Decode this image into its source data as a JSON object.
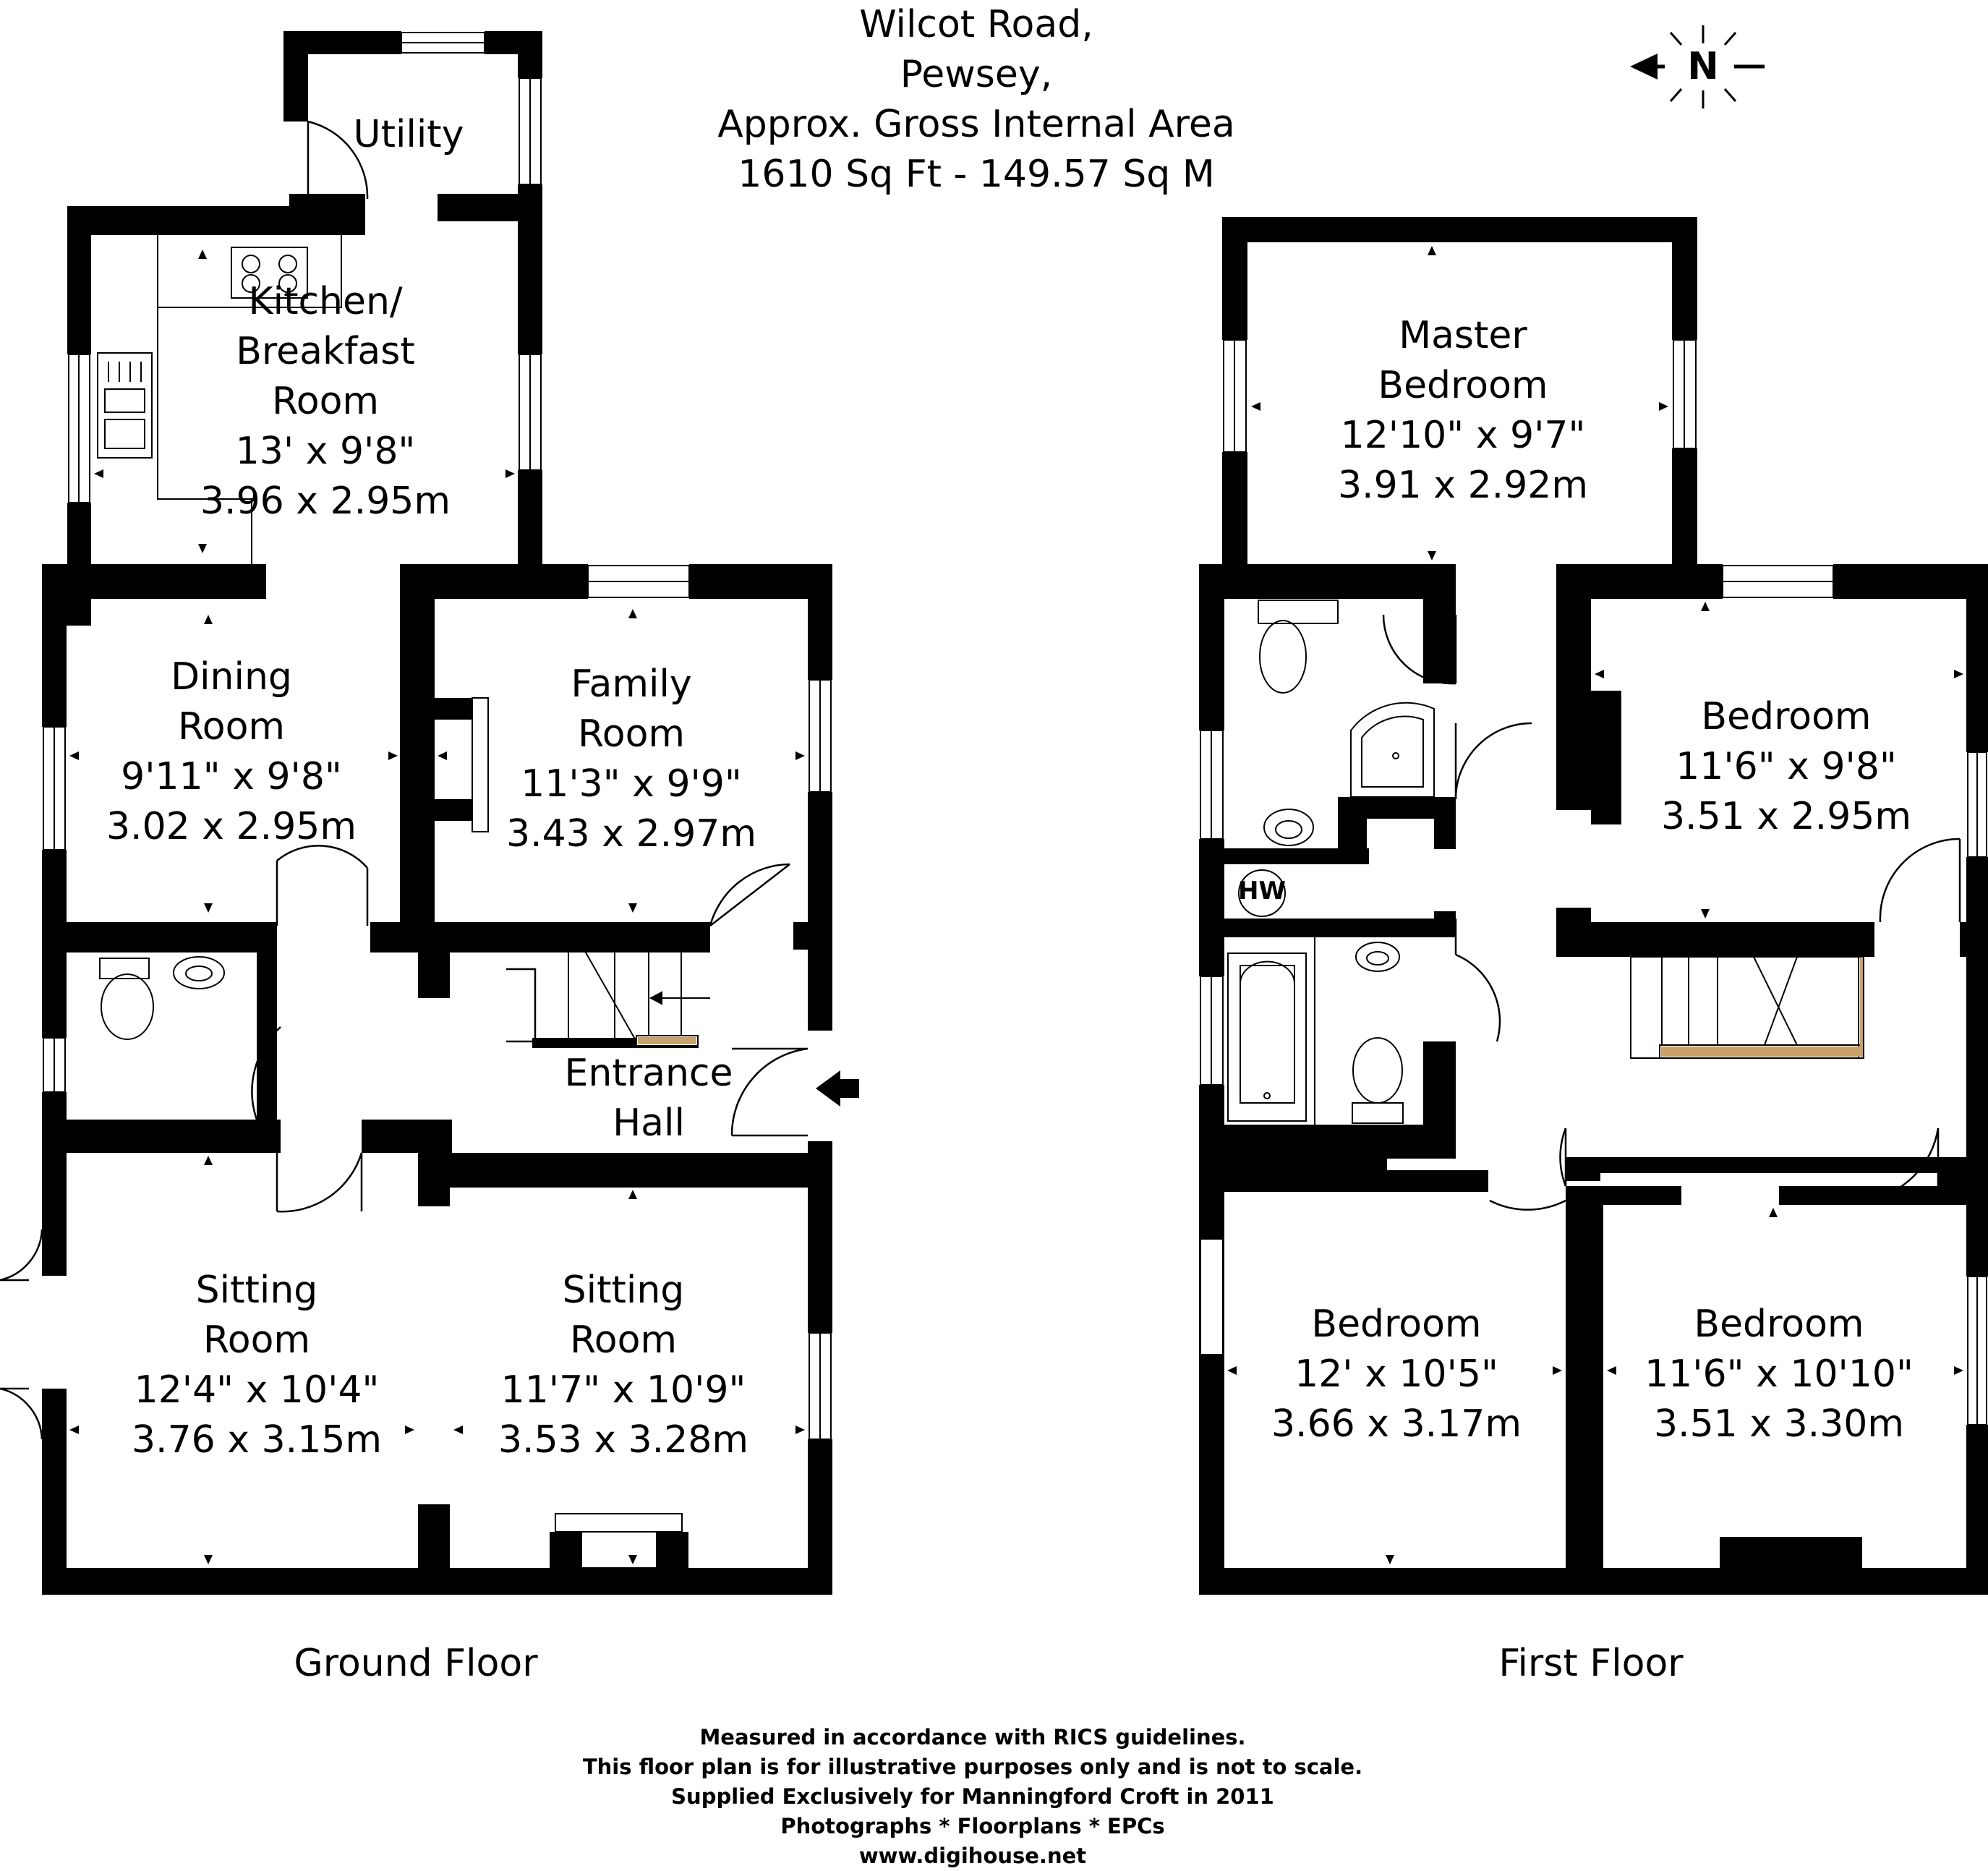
{
  "header": {
    "address_line1": "Wilcot Road,",
    "address_line2": "Pewsey,",
    "area_label": "Approx. Gross Internal Area",
    "area_value": "1610 Sq Ft  -  149.57 Sq M"
  },
  "compass": {
    "letter": "N"
  },
  "ground_floor": {
    "label": "Ground Floor",
    "utility": {
      "name": "Utility"
    },
    "kitchen": {
      "name1": "Kitchen/",
      "name2": "Breakfast",
      "name3": "Room",
      "imperial": "13' x 9'8\"",
      "metric": "3.96 x 2.95m"
    },
    "dining": {
      "name1": "Dining",
      "name2": "Room",
      "imperial": "9'11\" x 9'8\"",
      "metric": "3.02 x 2.95m"
    },
    "family": {
      "name1": "Family",
      "name2": "Room",
      "imperial": "11'3\" x 9'9\"",
      "metric": "3.43 x 2.97m"
    },
    "hall": {
      "name1": "Entrance",
      "name2": "Hall"
    },
    "sitting1": {
      "name1": "Sitting",
      "name2": "Room",
      "imperial": "12'4\" x 10'4\"",
      "metric": "3.76 x 3.15m"
    },
    "sitting2": {
      "name1": "Sitting",
      "name2": "Room",
      "imperial": "11'7\" x 10'9\"",
      "metric": "3.53 x 3.28m"
    }
  },
  "first_floor": {
    "label": "First Floor",
    "master": {
      "name1": "Master",
      "name2": "Bedroom",
      "imperial": "12'10\" x 9'7\"",
      "metric": "3.91 x 2.92m"
    },
    "bed_right": {
      "name": "Bedroom",
      "imperial": "11'6\" x 9'8\"",
      "metric": "3.51 x 2.95m"
    },
    "bed_bl": {
      "name": "Bedroom",
      "imperial": "12' x 10'5\"",
      "metric": "3.66 x 3.17m"
    },
    "bed_br": {
      "name": "Bedroom",
      "imperial": "11'6\" x 10'10\"",
      "metric": "3.51 x 3.30m"
    },
    "hw": "HW"
  },
  "footer": {
    "line1": "Measured in accordance with RICS guidelines.",
    "line2": "This floor plan is for illustrative purposes only and is not to scale.",
    "line3": "Supplied Exclusively for Manningford Croft in 2011",
    "line4": "Photographs * Floorplans * EPCs",
    "line5": "www.digihouse.net"
  }
}
